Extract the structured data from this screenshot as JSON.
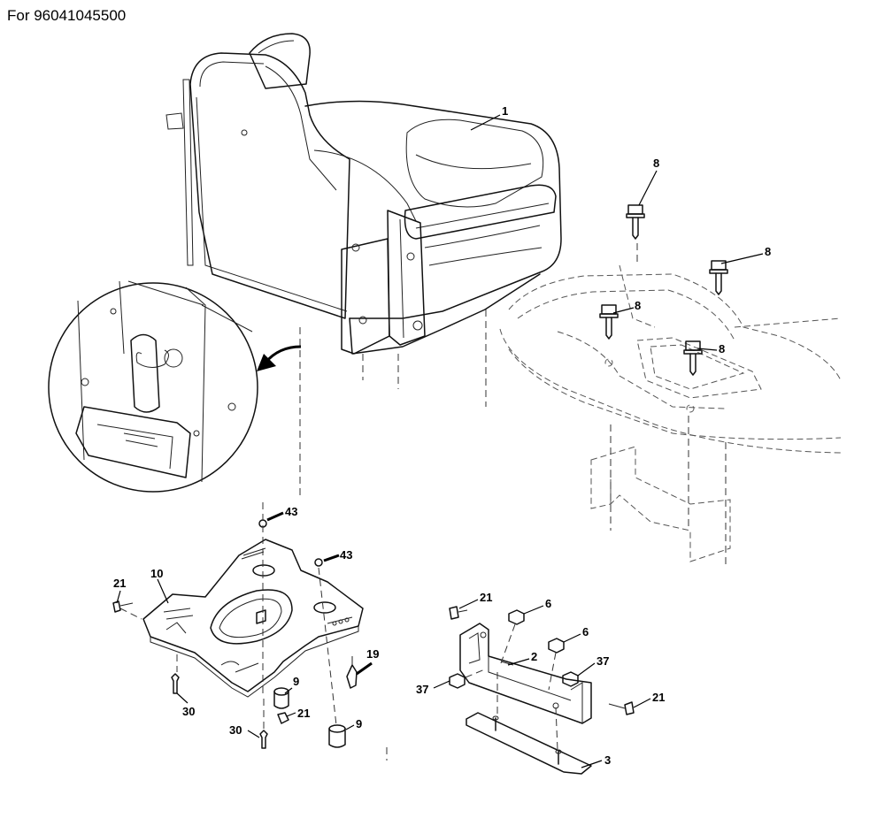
{
  "header": {
    "title": "For 96041045500"
  },
  "callouts": [
    {
      "id": "c1",
      "label": "1"
    },
    {
      "id": "c8a",
      "label": "8"
    },
    {
      "id": "c8b",
      "label": "8"
    },
    {
      "id": "c8c",
      "label": "8"
    },
    {
      "id": "c8d",
      "label": "8"
    },
    {
      "id": "c43a",
      "label": "43"
    },
    {
      "id": "c43b",
      "label": "43"
    },
    {
      "id": "c10",
      "label": "10"
    },
    {
      "id": "c21a",
      "label": "21"
    },
    {
      "id": "c19",
      "label": "19"
    },
    {
      "id": "c9a",
      "label": "9"
    },
    {
      "id": "c9b",
      "label": "9"
    },
    {
      "id": "c30a",
      "label": "30"
    },
    {
      "id": "c30b",
      "label": "30"
    },
    {
      "id": "c21b",
      "label": "21"
    },
    {
      "id": "c21c",
      "label": "21"
    },
    {
      "id": "c6a",
      "label": "6"
    },
    {
      "id": "c6b",
      "label": "6"
    },
    {
      "id": "c2",
      "label": "2"
    },
    {
      "id": "c37a",
      "label": "37"
    },
    {
      "id": "c37b",
      "label": "37"
    },
    {
      "id": "c21d",
      "label": "21"
    },
    {
      "id": "c3",
      "label": "3"
    }
  ]
}
